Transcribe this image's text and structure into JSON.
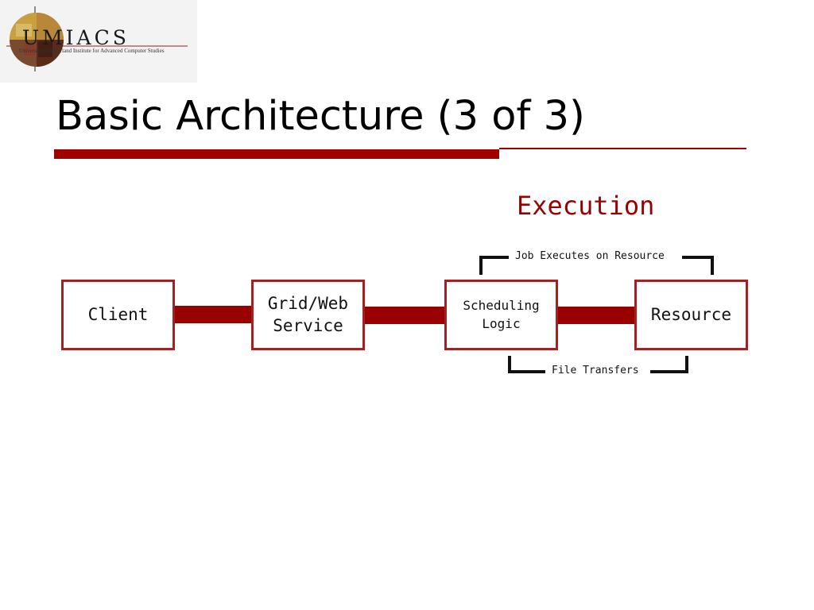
{
  "logo": {
    "name": "UMIACS",
    "subtitle": "University of Maryland Institute for Advanced Computer Studies"
  },
  "title": "Basic Architecture (3 of 3)",
  "diagram": {
    "section_label": "Execution",
    "nodes": [
      {
        "label": "Client"
      },
      {
        "label": "Grid/Web\nService"
      },
      {
        "label": "Scheduling\nLogic"
      },
      {
        "label": "Resource"
      }
    ],
    "top_bracket_label": "Job Executes on Resource",
    "bottom_bracket_label": "File Transfers"
  },
  "colors": {
    "accent": "#a00000",
    "connector": "#990000",
    "node_border": "#a52020",
    "section_label": "#9b0000"
  }
}
